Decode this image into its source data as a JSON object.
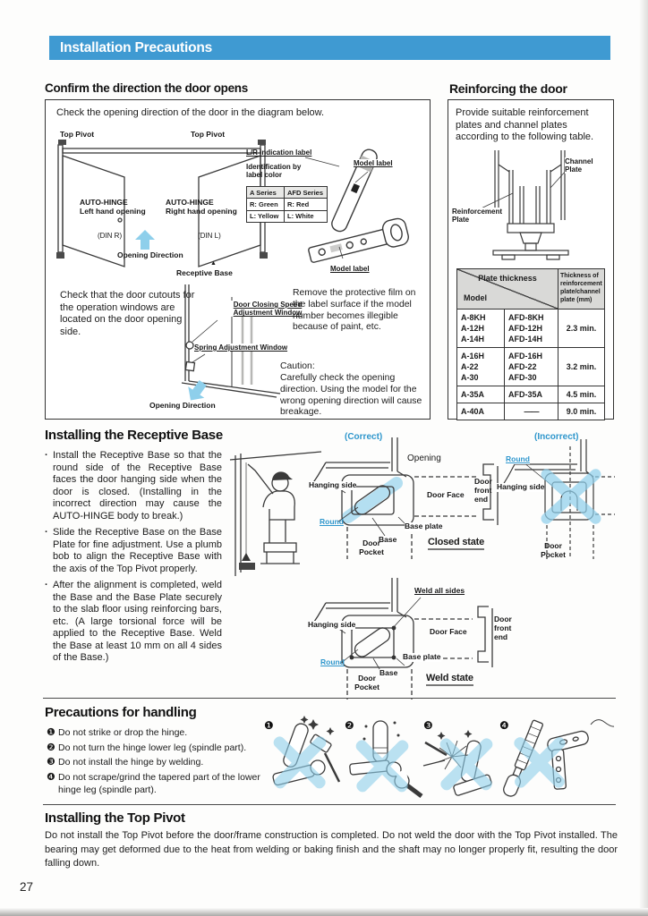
{
  "colors": {
    "header_blue": "#3f9ad2",
    "diagram_label_blue": "#2e96cc",
    "highlight_blue": "#8ecfeb"
  },
  "page": {
    "header_title": "Installation Precautions",
    "number": "27"
  },
  "confirm": {
    "title": "Confirm the direction the door opens",
    "intro": "Check the opening direction of the door in the diagram below.",
    "door": {
      "top_pivot_left": "Top Pivot",
      "top_pivot_right": "Top Pivot",
      "left_hinge": "AUTO-HINGE\nLeft hand opening",
      "left_din": "(DIN R)",
      "right_hinge": "AUTO-HINGE\nRight hand opening",
      "right_din": "(DIN L)",
      "opening_direction": "Opening Direction",
      "receptive_base": "Receptive Base",
      "receptive_marker": "▲"
    },
    "label_info": {
      "lr_label": "L/R indication label",
      "identification": "Identification by\nlabel color",
      "series_table": {
        "headers": [
          "A Series",
          "AFD Series"
        ],
        "rows": [
          [
            "R: Green",
            "R: Red"
          ],
          [
            "L: Yellow",
            "L: White"
          ]
        ]
      },
      "model_label_top": "Model label",
      "model_label_bottom": "Model label"
    },
    "cutout_note": "Check that the door cutouts for the operation windows are located on the door opening side.",
    "windows": {
      "closing": "Door Closing Speed\nAdjustment Window",
      "spring": "Spring Adjustment Window",
      "opening_direction": "Opening Direction"
    },
    "film_note": "Remove the protective film on the label surface if the model number becomes illegible because of paint, etc.",
    "caution_title": "Caution:",
    "caution_body": "Carefully check the opening direction. Using the model for the wrong opening direction will cause breakage."
  },
  "reinforce": {
    "title": "Reinforcing the door",
    "intro": "Provide suitable reinforcement plates and channel plates according to the following table.",
    "labels": {
      "channel_plate": "Channel\nPlate",
      "reinforcement_plate": "Reinforcement\nPlate"
    },
    "table": {
      "header_plate": "Plate thickness",
      "header_model": "Model",
      "header_thickness": "Thickness of\nreinforcement\nplate/channel\nplate (mm)",
      "rows": [
        {
          "a_models": "A-8KH\nA-12H\nA-14H",
          "afd_models": "AFD-8KH\nAFD-12H\nAFD-14H",
          "thickness": "2.3 min."
        },
        {
          "a_models": "A-16H\nA-22\nA-30",
          "afd_models": "AFD-16H\nAFD-22\nAFD-30",
          "thickness": "3.2 min."
        },
        {
          "a_models": "A-35A",
          "afd_models": "AFD-35A",
          "thickness": "4.5 min."
        },
        {
          "a_models": "A-40A",
          "afd_models": "——",
          "thickness": "9.0 min."
        }
      ]
    }
  },
  "receptive": {
    "title": "Installing the Receptive Base",
    "bullets": [
      "Install the Receptive Base so that the round side of the Receptive Base faces the door hanging side when the door is closed. (Installing in the incorrect direction may cause the AUTO-HINGE body to break.)",
      "Slide the Receptive Base on the Base Plate for fine adjustment. Use a plumb bob to align the Receptive Base with the axis of the Top Pivot properly.",
      "After the alignment is completed, weld the Base and the Base Plate securely to the slab floor using reinforcing bars, etc. (A large torsional force will be applied to the Receptive Base. Weld the Base at least 10 mm on all 4 sides of the Base.)"
    ],
    "correct": {
      "caption": "(Correct)",
      "opening": "Opening",
      "hanging_side": "Hanging side",
      "door_face": "Door Face",
      "door_front_end": "Door\nfront\nend",
      "round": "Round",
      "base_plate": "Base plate",
      "base": "Base",
      "door_pocket": "Door\nPocket",
      "state": "Closed state"
    },
    "incorrect": {
      "caption": "(Incorrect)",
      "round": "Round",
      "hanging_side": "Hanging side",
      "door_pocket": "Door\nPocket"
    },
    "weld": {
      "weld_all_sides": "Weld all sides",
      "hanging_side": "Hanging side",
      "door_face": "Door Face",
      "door_front_end": "Door\nfront\nend",
      "round": "Round",
      "base_plate": "Base plate",
      "base": "Base",
      "door_pocket": "Door\nPocket",
      "state": "Weld state"
    }
  },
  "handling": {
    "title": "Precautions for handling",
    "items": [
      {
        "num": "❶",
        "text": "Do not strike or drop the hinge."
      },
      {
        "num": "❷",
        "text": "Do not turn the hinge lower leg (spindle part)."
      },
      {
        "num": "❸",
        "text": "Do not install the hinge by welding."
      },
      {
        "num": "❹",
        "text": "Do not scrape/grind the tapered part of the lower hinge leg (spindle part)."
      }
    ]
  },
  "top_pivot": {
    "title": "Installing the Top Pivot",
    "body": "Do not install the Top Pivot before the door/frame construction is completed. Do not weld the door with the Top Pivot installed. The bearing may get deformed due to the heat from welding or baking finish and the shaft may no longer properly fit, resulting the door falling down."
  }
}
